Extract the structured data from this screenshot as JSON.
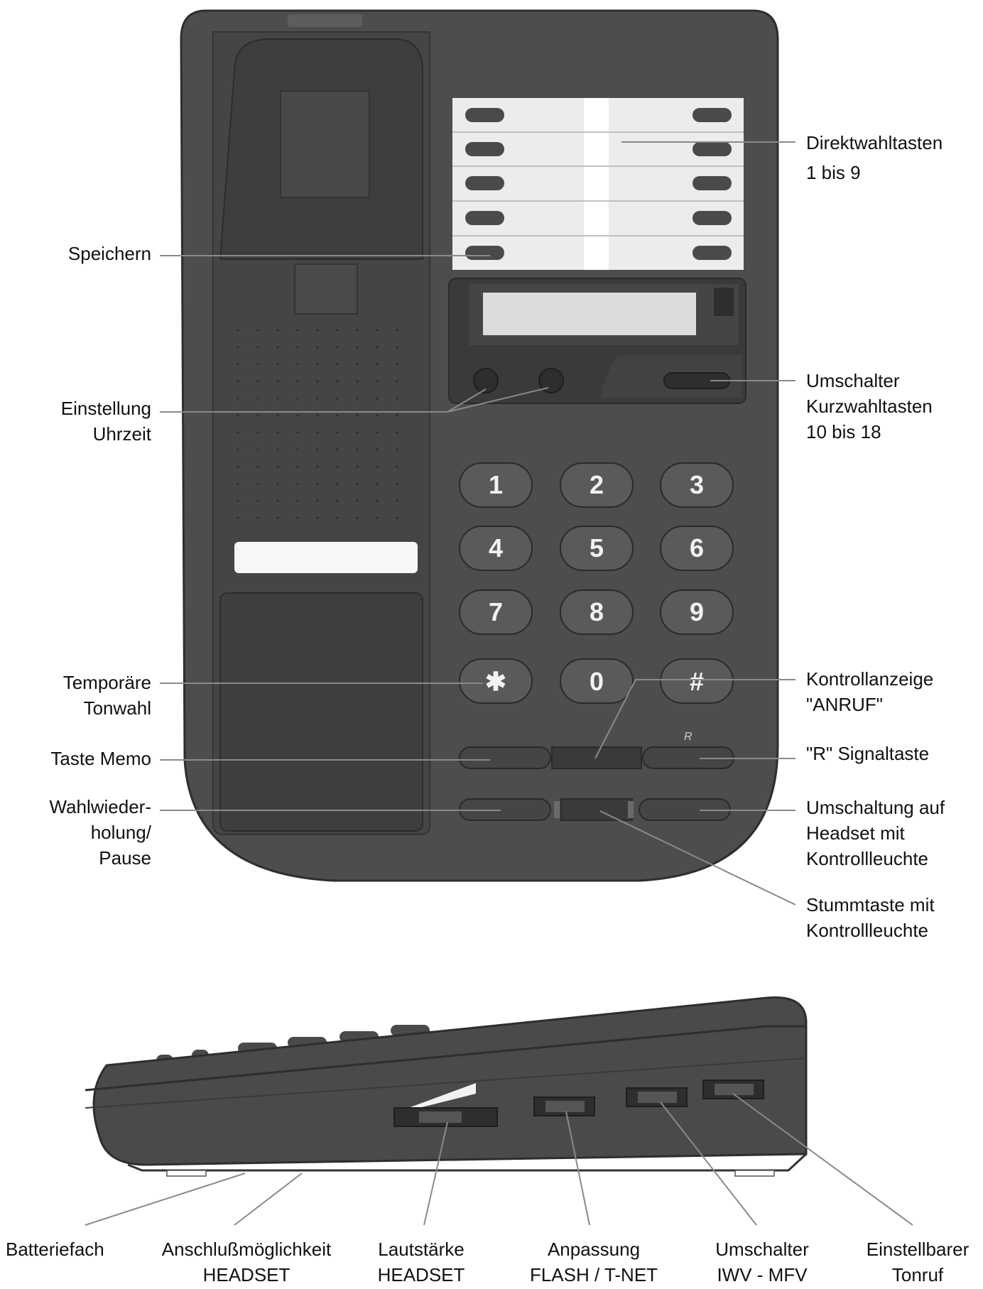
{
  "labels": {
    "direktwahl_1": "Direktwahltasten",
    "direktwahl_2": "1 bis 9",
    "speichern": "Speichern",
    "einstellung_1": "Einstellung",
    "einstellung_2": "Uhrzeit",
    "umschalter_1": "Umschalter",
    "umschalter_2": "Kurzwahltasten",
    "umschalter_3": "10 bis 18",
    "temporaere_1": "Temporäre",
    "temporaere_2": "Tonwahl",
    "kontroll_1": "Kontrollanzeige",
    "kontroll_2": "\"ANRUF\"",
    "memo": "Taste Memo",
    "r_signal": "\"R\" Signaltaste",
    "wahl_1": "Wahlwieder-",
    "wahl_2": "holung/",
    "wahl_3": "Pause",
    "headset_umsch_1": "Umschaltung auf",
    "headset_umsch_2": "Headset mit",
    "headset_umsch_3": "Kontrollleuchte",
    "stumm_1": "Stummtaste mit",
    "stumm_2": "Kontrollleuchte",
    "batteriefach": "Batteriefach",
    "anschluss_1": "Anschlußmöglichkeit",
    "anschluss_2": "HEADSET",
    "lautstaerke_1": "Lautstärke",
    "lautstaerke_2": "HEADSET",
    "anpassung_1": "Anpassung",
    "anpassung_2": "FLASH / T-NET",
    "iwv_1": "Umschalter",
    "iwv_2": "IWV - MFV",
    "tonruf_1": "Einstellbarer",
    "tonruf_2": "Tonruf"
  },
  "keypad": {
    "k1": "1",
    "k2": "2",
    "k3": "3",
    "k4": "4",
    "k5": "5",
    "k6": "6",
    "k7": "7",
    "k8": "8",
    "k9": "9",
    "kstar": "✱",
    "k0": "0",
    "khash": "#"
  },
  "r_key_mark": "R",
  "colors": {
    "body": "#4d4d4d",
    "body_dark": "#3a3a3a",
    "key": "#5a5a5a",
    "panel_light": "#ececec",
    "leader": "#8a8a8a"
  }
}
